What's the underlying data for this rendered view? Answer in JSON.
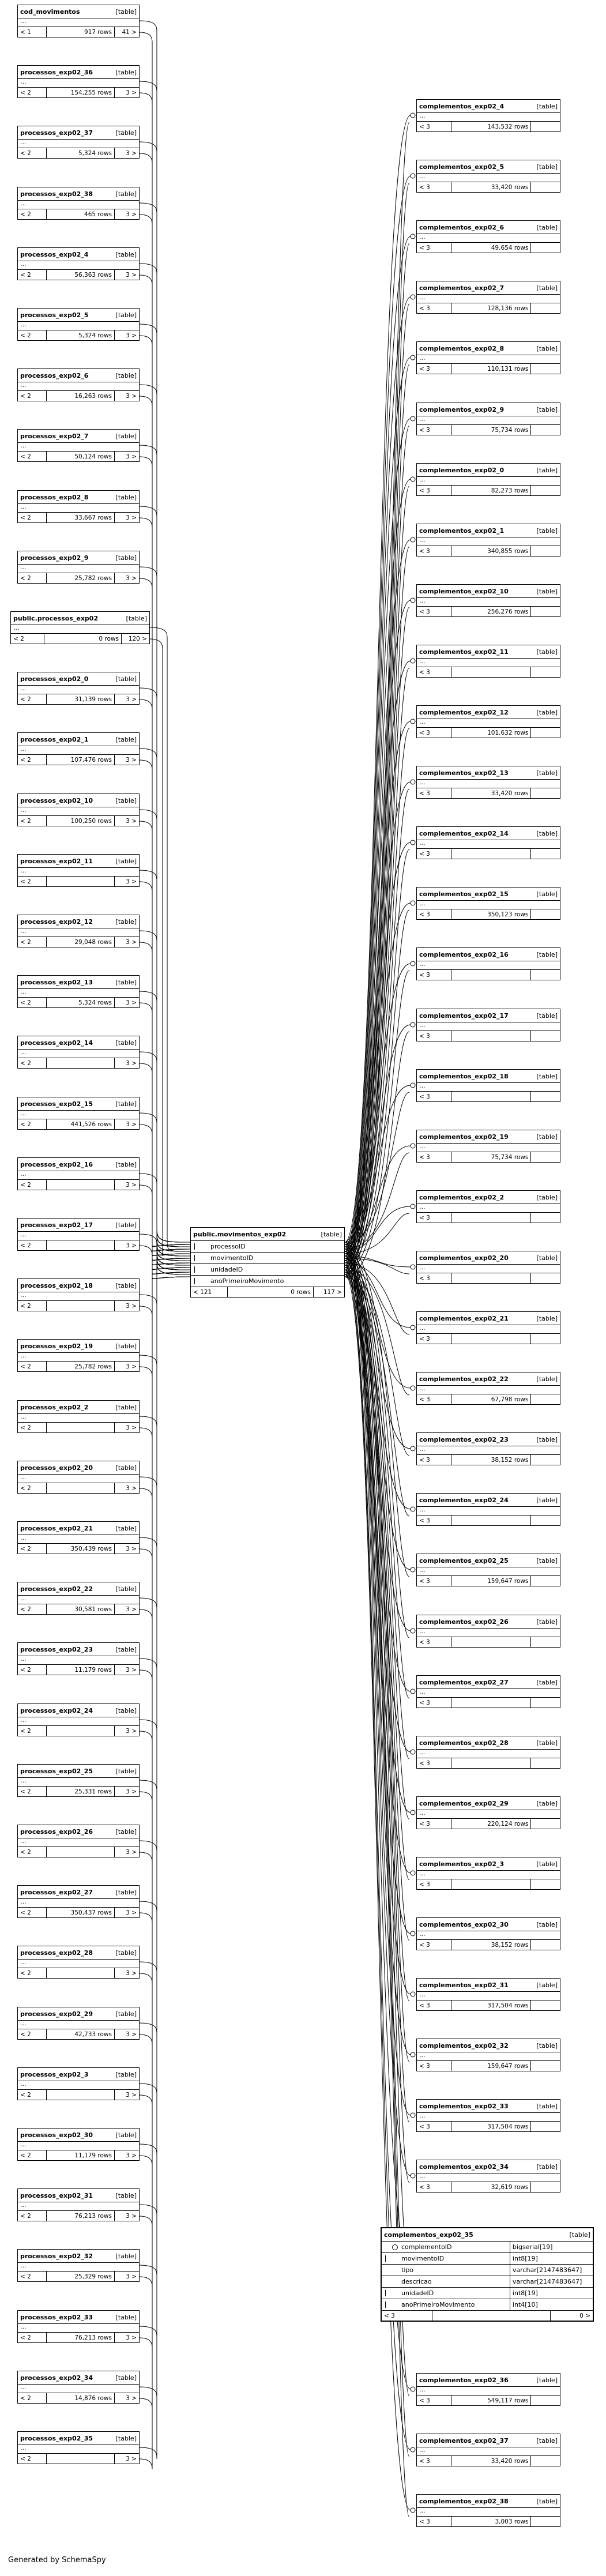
{
  "footer": {
    "generated_by": "Generated by SchemaSpy"
  },
  "table_kind": "[table]",
  "rows_suffix": "rows",
  "dots": "...",
  "center": {
    "name": "public.movimentos_exp02",
    "kind": "[table]",
    "columns": [
      "processoID",
      "movimentoID",
      "unidadeID",
      "anoPrimeiroMovimento"
    ],
    "footer_left": "< 121",
    "footer_mid": "0 rows",
    "footer_right": "117 >"
  },
  "left_tables": [
    {
      "name": "cod_movimentos",
      "left": "< 1",
      "rows": "917",
      "right": "41 >"
    },
    {
      "name": "processos_exp02_36",
      "left": "< 2",
      "rows": "154,255",
      "right": "3 >"
    },
    {
      "name": "processos_exp02_37",
      "left": "< 2",
      "rows": "5,324",
      "right": "3 >"
    },
    {
      "name": "processos_exp02_38",
      "left": "< 2",
      "rows": "465",
      "right": "3 >"
    },
    {
      "name": "processos_exp02_4",
      "left": "< 2",
      "rows": "56,363",
      "right": "3 >"
    },
    {
      "name": "processos_exp02_5",
      "left": "< 2",
      "rows": "5,324",
      "right": "3 >"
    },
    {
      "name": "processos_exp02_6",
      "left": "< 2",
      "rows": "16,263",
      "right": "3 >"
    },
    {
      "name": "processos_exp02_7",
      "left": "< 2",
      "rows": "50,124",
      "right": "3 >"
    },
    {
      "name": "processos_exp02_8",
      "left": "< 2",
      "rows": "33,667",
      "right": "3 >"
    },
    {
      "name": "processos_exp02_9",
      "left": "< 2",
      "rows": "25,782",
      "right": "3 >"
    },
    {
      "name": "public.processos_exp02",
      "left": "< 2",
      "rows": "0",
      "right": "120 >"
    },
    {
      "name": "processos_exp02_0",
      "left": "< 2",
      "rows": "31,139",
      "right": "3 >"
    },
    {
      "name": "processos_exp02_1",
      "left": "< 2",
      "rows": "107,476",
      "right": "3 >"
    },
    {
      "name": "processos_exp02_10",
      "left": "< 2",
      "rows": "100,250",
      "right": "3 >"
    },
    {
      "name": "processos_exp02_11",
      "left": "< 2",
      "rows": "",
      "right": "3 >"
    },
    {
      "name": "processos_exp02_12",
      "left": "< 2",
      "rows": "29,048",
      "right": "3 >"
    },
    {
      "name": "processos_exp02_13",
      "left": "< 2",
      "rows": "5,324",
      "right": "3 >"
    },
    {
      "name": "processos_exp02_14",
      "left": "< 2",
      "rows": "",
      "right": "3 >"
    },
    {
      "name": "processos_exp02_15",
      "left": "< 2",
      "rows": "441,526",
      "right": "3 >"
    },
    {
      "name": "processos_exp02_16",
      "left": "< 2",
      "rows": "",
      "right": "3 >"
    },
    {
      "name": "processos_exp02_17",
      "left": "< 2",
      "rows": "",
      "right": "3 >"
    },
    {
      "name": "processos_exp02_18",
      "left": "< 2",
      "rows": "",
      "right": "3 >"
    },
    {
      "name": "processos_exp02_19",
      "left": "< 2",
      "rows": "25,782",
      "right": "3 >"
    },
    {
      "name": "processos_exp02_2",
      "left": "< 2",
      "rows": "",
      "right": "3 >"
    },
    {
      "name": "processos_exp02_20",
      "left": "< 2",
      "rows": "",
      "right": "3 >"
    },
    {
      "name": "processos_exp02_21",
      "left": "< 2",
      "rows": "350,439",
      "right": "3 >"
    },
    {
      "name": "processos_exp02_22",
      "left": "< 2",
      "rows": "30,581",
      "right": "3 >"
    },
    {
      "name": "processos_exp02_23",
      "left": "< 2",
      "rows": "11,179",
      "right": "3 >"
    },
    {
      "name": "processos_exp02_24",
      "left": "< 2",
      "rows": "",
      "right": "3 >"
    },
    {
      "name": "processos_exp02_25",
      "left": "< 2",
      "rows": "25,331",
      "right": "3 >"
    },
    {
      "name": "processos_exp02_26",
      "left": "< 2",
      "rows": "",
      "right": "3 >"
    },
    {
      "name": "processos_exp02_27",
      "left": "< 2",
      "rows": "350,437",
      "right": "3 >"
    },
    {
      "name": "processos_exp02_28",
      "left": "< 2",
      "rows": "",
      "right": "3 >"
    },
    {
      "name": "processos_exp02_29",
      "left": "< 2",
      "rows": "42,733",
      "right": "3 >"
    },
    {
      "name": "processos_exp02_3",
      "left": "< 2",
      "rows": "",
      "right": "3 >"
    },
    {
      "name": "processos_exp02_30",
      "left": "< 2",
      "rows": "11,179",
      "right": "3 >"
    },
    {
      "name": "processos_exp02_31",
      "left": "< 2",
      "rows": "76,213",
      "right": "3 >"
    },
    {
      "name": "processos_exp02_32",
      "left": "< 2",
      "rows": "25,329",
      "right": "3 >"
    },
    {
      "name": "processos_exp02_33",
      "left": "< 2",
      "rows": "76,213",
      "right": "3 >"
    },
    {
      "name": "processos_exp02_34",
      "left": "< 2",
      "rows": "14,876",
      "right": "3 >"
    },
    {
      "name": "processos_exp02_35",
      "left": "< 2",
      "rows": "",
      "right": "3 >"
    }
  ],
  "right_tables": [
    {
      "name": "complementos_exp02_4",
      "left": "< 3",
      "rows": "143,532"
    },
    {
      "name": "complementos_exp02_5",
      "left": "< 3",
      "rows": "33,420"
    },
    {
      "name": "complementos_exp02_6",
      "left": "< 3",
      "rows": "49,654"
    },
    {
      "name": "complementos_exp02_7",
      "left": "< 3",
      "rows": "128,136"
    },
    {
      "name": "complementos_exp02_8",
      "left": "< 3",
      "rows": "110,131"
    },
    {
      "name": "complementos_exp02_9",
      "left": "< 3",
      "rows": "75,734"
    },
    {
      "name": "complementos_exp02_0",
      "left": "< 3",
      "rows": "82,273"
    },
    {
      "name": "complementos_exp02_1",
      "left": "< 3",
      "rows": "340,855"
    },
    {
      "name": "complementos_exp02_10",
      "left": "< 3",
      "rows": "256,276"
    },
    {
      "name": "complementos_exp02_11",
      "left": "< 3",
      "rows": ""
    },
    {
      "name": "complementos_exp02_12",
      "left": "< 3",
      "rows": "101,632"
    },
    {
      "name": "complementos_exp02_13",
      "left": "< 3",
      "rows": "33,420"
    },
    {
      "name": "complementos_exp02_14",
      "left": "< 3",
      "rows": ""
    },
    {
      "name": "complementos_exp02_15",
      "left": "< 3",
      "rows": "350,123"
    },
    {
      "name": "complementos_exp02_16",
      "left": "< 3",
      "rows": ""
    },
    {
      "name": "complementos_exp02_17",
      "left": "< 3",
      "rows": ""
    },
    {
      "name": "complementos_exp02_18",
      "left": "< 3",
      "rows": ""
    },
    {
      "name": "complementos_exp02_19",
      "left": "< 3",
      "rows": "75,734"
    },
    {
      "name": "complementos_exp02_2",
      "left": "< 3",
      "rows": ""
    },
    {
      "name": "complementos_exp02_20",
      "left": "< 3",
      "rows": ""
    },
    {
      "name": "complementos_exp02_21",
      "left": "< 3",
      "rows": ""
    },
    {
      "name": "complementos_exp02_22",
      "left": "< 3",
      "rows": "67,798"
    },
    {
      "name": "complementos_exp02_23",
      "left": "< 3",
      "rows": "38,152"
    },
    {
      "name": "complementos_exp02_24",
      "left": "< 3",
      "rows": ""
    },
    {
      "name": "complementos_exp02_25",
      "left": "< 3",
      "rows": "159,647"
    },
    {
      "name": "complementos_exp02_26",
      "left": "< 3",
      "rows": ""
    },
    {
      "name": "complementos_exp02_27",
      "left": "< 3",
      "rows": ""
    },
    {
      "name": "complementos_exp02_28",
      "left": "< 3",
      "rows": ""
    },
    {
      "name": "complementos_exp02_29",
      "left": "< 3",
      "rows": "220,124"
    },
    {
      "name": "complementos_exp02_3",
      "left": "< 3",
      "rows": ""
    },
    {
      "name": "complementos_exp02_30",
      "left": "< 3",
      "rows": "38,152"
    },
    {
      "name": "complementos_exp02_31",
      "left": "< 3",
      "rows": "317,504"
    },
    {
      "name": "complementos_exp02_32",
      "left": "< 3",
      "rows": "159,647"
    },
    {
      "name": "complementos_exp02_33",
      "left": "< 3",
      "rows": "317,504"
    },
    {
      "name": "complementos_exp02_34",
      "left": "< 3",
      "rows": "32,619"
    }
  ],
  "expanded": {
    "name": "complementos_exp02_35",
    "kind": "[table]",
    "columns": [
      {
        "name": "complementoID",
        "type": "bigserial[19]"
      },
      {
        "name": "movimentoID",
        "type": "int8[19]"
      },
      {
        "name": "tipo",
        "type": "varchar[2147483647]"
      },
      {
        "name": "descricao",
        "type": "varchar[2147483647]"
      },
      {
        "name": "unidadeID",
        "type": "int8[19]"
      },
      {
        "name": "anoPrimeiroMovimento",
        "type": "int4[10]"
      }
    ],
    "footer_left": "< 3",
    "footer_right": "0 >"
  },
  "right_tables_bottom": [
    {
      "name": "complementos_exp02_36",
      "left": "< 3",
      "rows": "549,117"
    },
    {
      "name": "complementos_exp02_37",
      "left": "< 3",
      "rows": "33,420"
    },
    {
      "name": "complementos_exp02_38",
      "left": "< 3",
      "rows": "3,003"
    }
  ]
}
